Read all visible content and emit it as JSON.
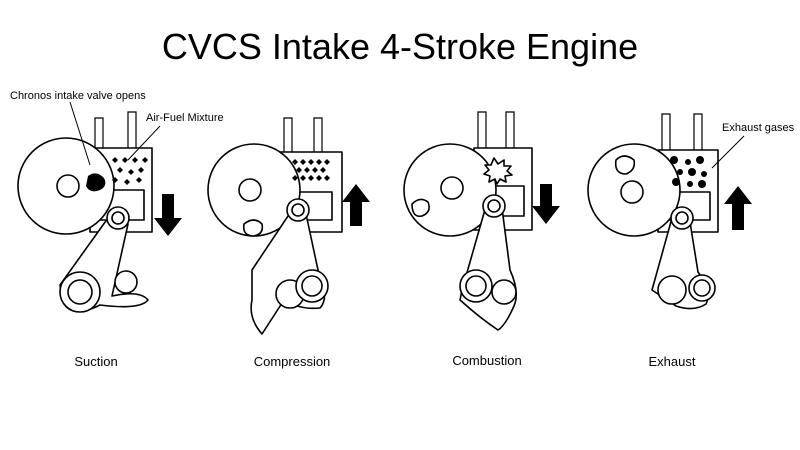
{
  "title": "CVCS Intake 4-Stroke Engine",
  "annotations": {
    "valve_opens": "Chronos intake valve opens",
    "air_fuel": "Air-Fuel Mixture",
    "exhaust_gases": "Exhaust gases"
  },
  "stages": [
    {
      "label": "Suction",
      "piston_direction": "down",
      "chamber": "diamonds",
      "rotor": "opening-right"
    },
    {
      "label": "Compression",
      "piston_direction": "up",
      "chamber": "diamonds-dense",
      "rotor": "bottom"
    },
    {
      "label": "Combustion",
      "piston_direction": "down",
      "chamber": "spark",
      "rotor": "left"
    },
    {
      "label": "Exhaust",
      "piston_direction": "up",
      "chamber": "dots",
      "rotor": "top"
    }
  ]
}
